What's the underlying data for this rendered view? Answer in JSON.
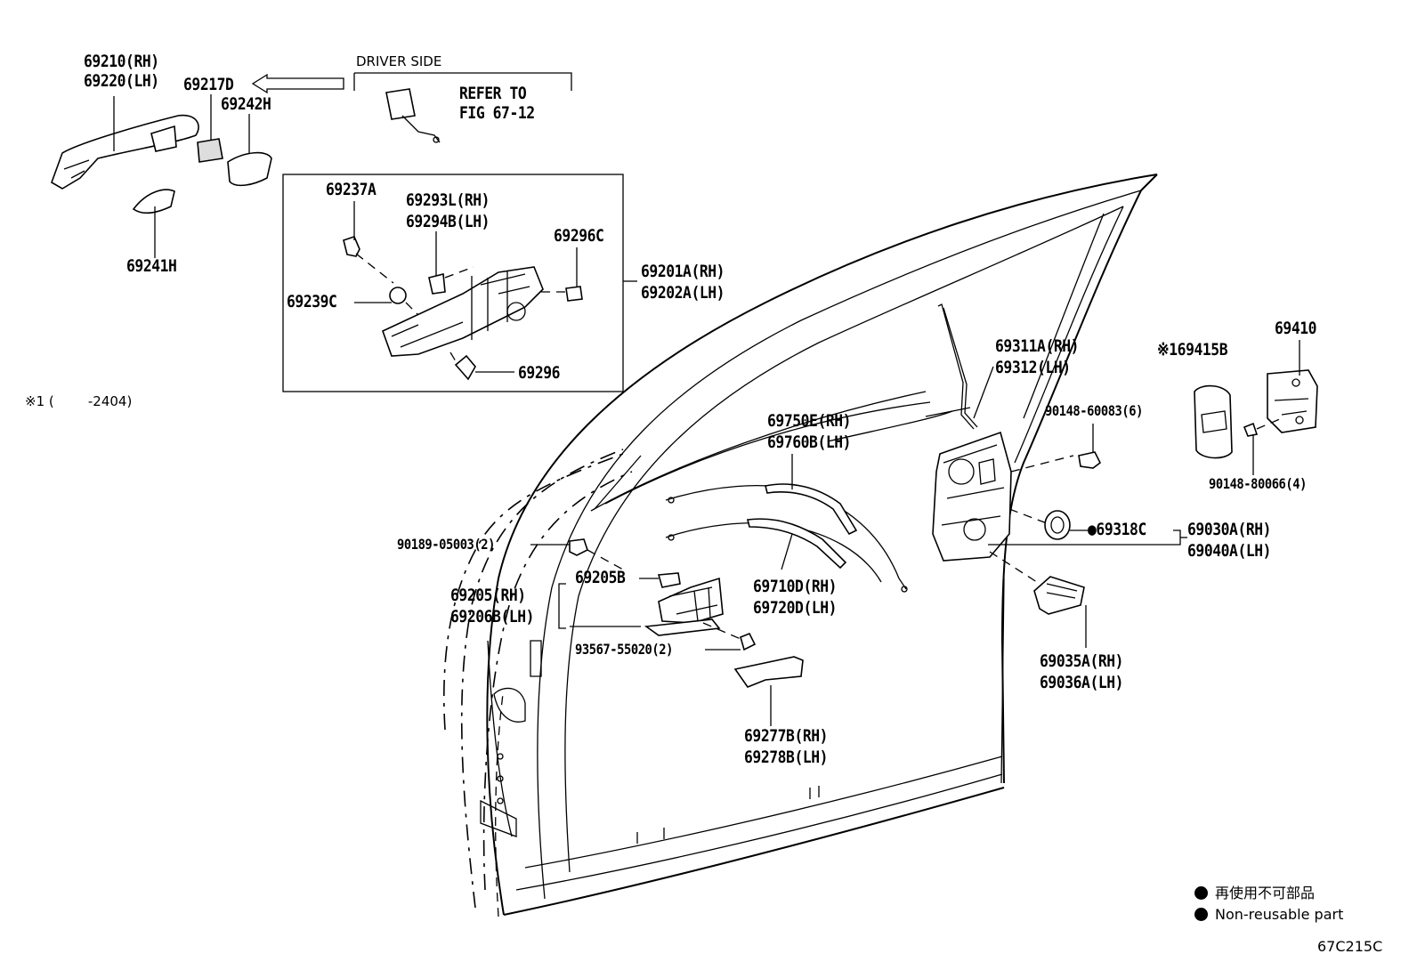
{
  "diagram": {
    "figure_code": "67C215C",
    "driver_side": "DRIVER SIDE",
    "refer_to": "REFER TO",
    "fig_ref": "FIG 67-12",
    "note_mark": "※1 (        -2404)",
    "part_labels": {
      "p69210": "69210(RH)",
      "p69220": "69220(LH)",
      "p69217D": "69217D",
      "p69242H": "69242H",
      "p69241H": "69241H",
      "p69237A": "69237A",
      "p69293L": "69293L(RH)",
      "p69294B": "69294B(LH)",
      "p69296C": "69296C",
      "p69201A": "69201A(RH)",
      "p69202A": "69202A(LH)",
      "p69239C": "69239C",
      "p69296": "69296",
      "p69311A": "69311A(RH)",
      "p69312": "69312(LH)",
      "p69415B": "※169415B",
      "p69410": "69410",
      "p90148_60083": "90148-60083(6)",
      "p90148_80066": "90148-80066(4)",
      "p69750E": "69750E(RH)",
      "p69760B": "69760B(LH)",
      "p90189": "90189-05003(2)",
      "p69318C": "●69318C",
      "p69030A": "69030A(RH)",
      "p69040A": "69040A(LH)",
      "p69205B": "69205B",
      "p69205": "69205(RH)",
      "p69206B": "69206B(LH)",
      "p69710D": "69710D(RH)",
      "p69720D": "69720D(LH)",
      "p93567": "93567-55020(2)",
      "p69035A": "69035A(RH)",
      "p69036A": "69036A(LH)",
      "p69277B": "69277B(RH)",
      "p69278B": "69278B(LH)"
    }
  },
  "legend": {
    "non_reusable_jp": "再使用不可部品",
    "non_reusable_en": "Non-reusable part"
  }
}
